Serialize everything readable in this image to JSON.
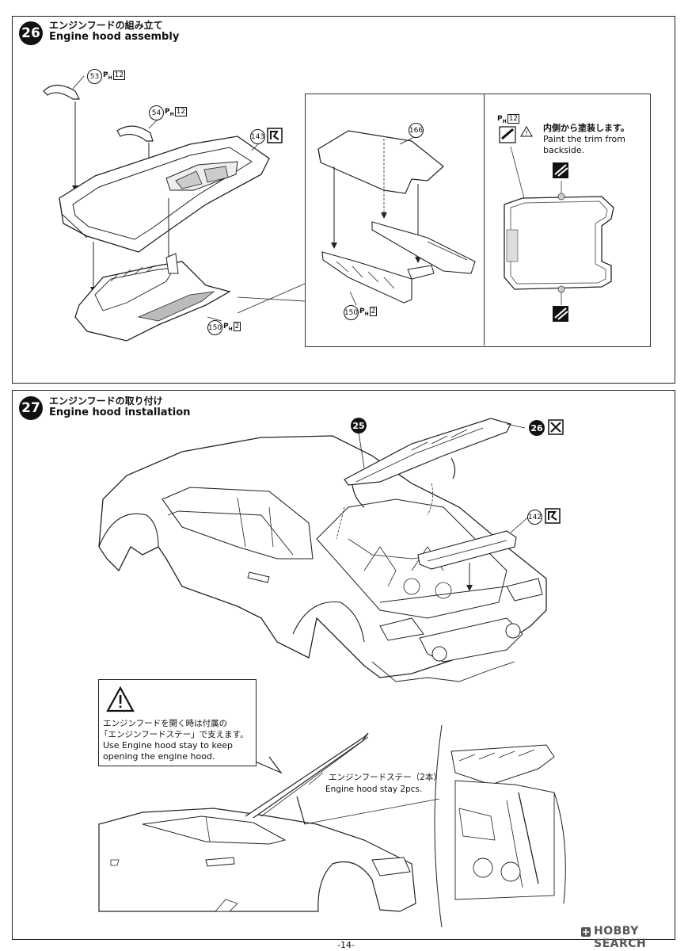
{
  "step26": {
    "number": "26",
    "title_ja": "エンジンフードの組み立て",
    "title_en": "Engine hood assembly",
    "parts": {
      "p53": "53",
      "p54": "54",
      "p143": "143",
      "p150a": "150",
      "p166": "166",
      "p150b": "150"
    },
    "paint_code": "P",
    "paint_sub": "H",
    "paint_12": "12",
    "paint_2": "2",
    "inset_note_ja": "内側から塗装します。",
    "inset_note_en1": "Paint the trim from",
    "inset_note_en2": "backside."
  },
  "step27": {
    "number": "27",
    "title_ja": "エンジンフードの取り付け",
    "title_en": "Engine hood installation",
    "ref25": "25",
    "ref26": "26",
    "p142": "142",
    "warning_ja1": "エンジンフードを開く時は付属の",
    "warning_ja2": "「エンジンフードステー」で支えます。",
    "warning_en1": "Use Engine hood stay to keep",
    "warning_en2": "opening the engine hood.",
    "stay_ja": "エンジンフードステー（2本）",
    "stay_en": "Engine hood stay 2pcs."
  },
  "footer": {
    "page": "-14-",
    "watermark": "HOBBY SEARCH"
  },
  "icons": [
    "caution-triangle-icon",
    "cement-icon",
    "paint-brush-icon",
    "hobby-search-logo-icon"
  ]
}
